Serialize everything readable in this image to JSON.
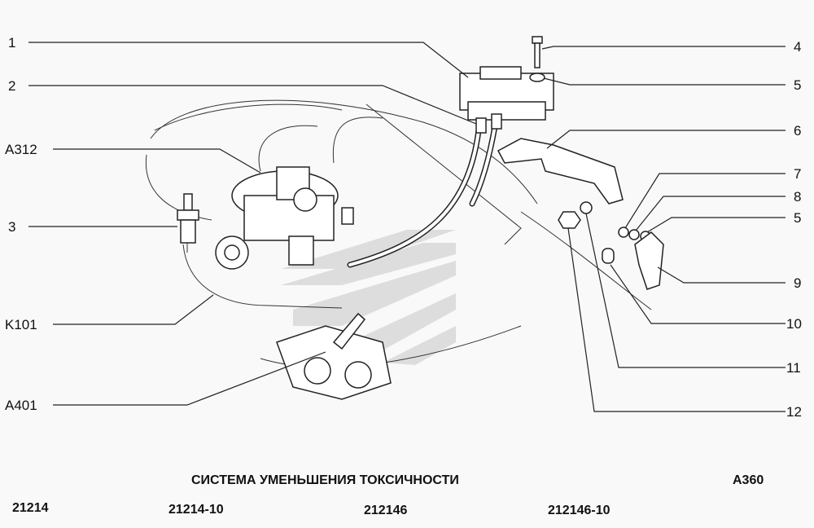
{
  "callouts_left": [
    "1",
    "2",
    "A312",
    "3",
    "K101",
    "A401"
  ],
  "callouts_right": [
    "4",
    "5",
    "6",
    "7",
    "8",
    "5",
    "9",
    "10",
    "11",
    "12"
  ],
  "caption": {
    "title": "СИСТЕМА УМЕНЬШЕНИЯ ТОКСИЧНОСТИ",
    "code": "A360",
    "models": [
      "21214",
      "21214-10",
      "212146",
      "212146-10"
    ]
  }
}
